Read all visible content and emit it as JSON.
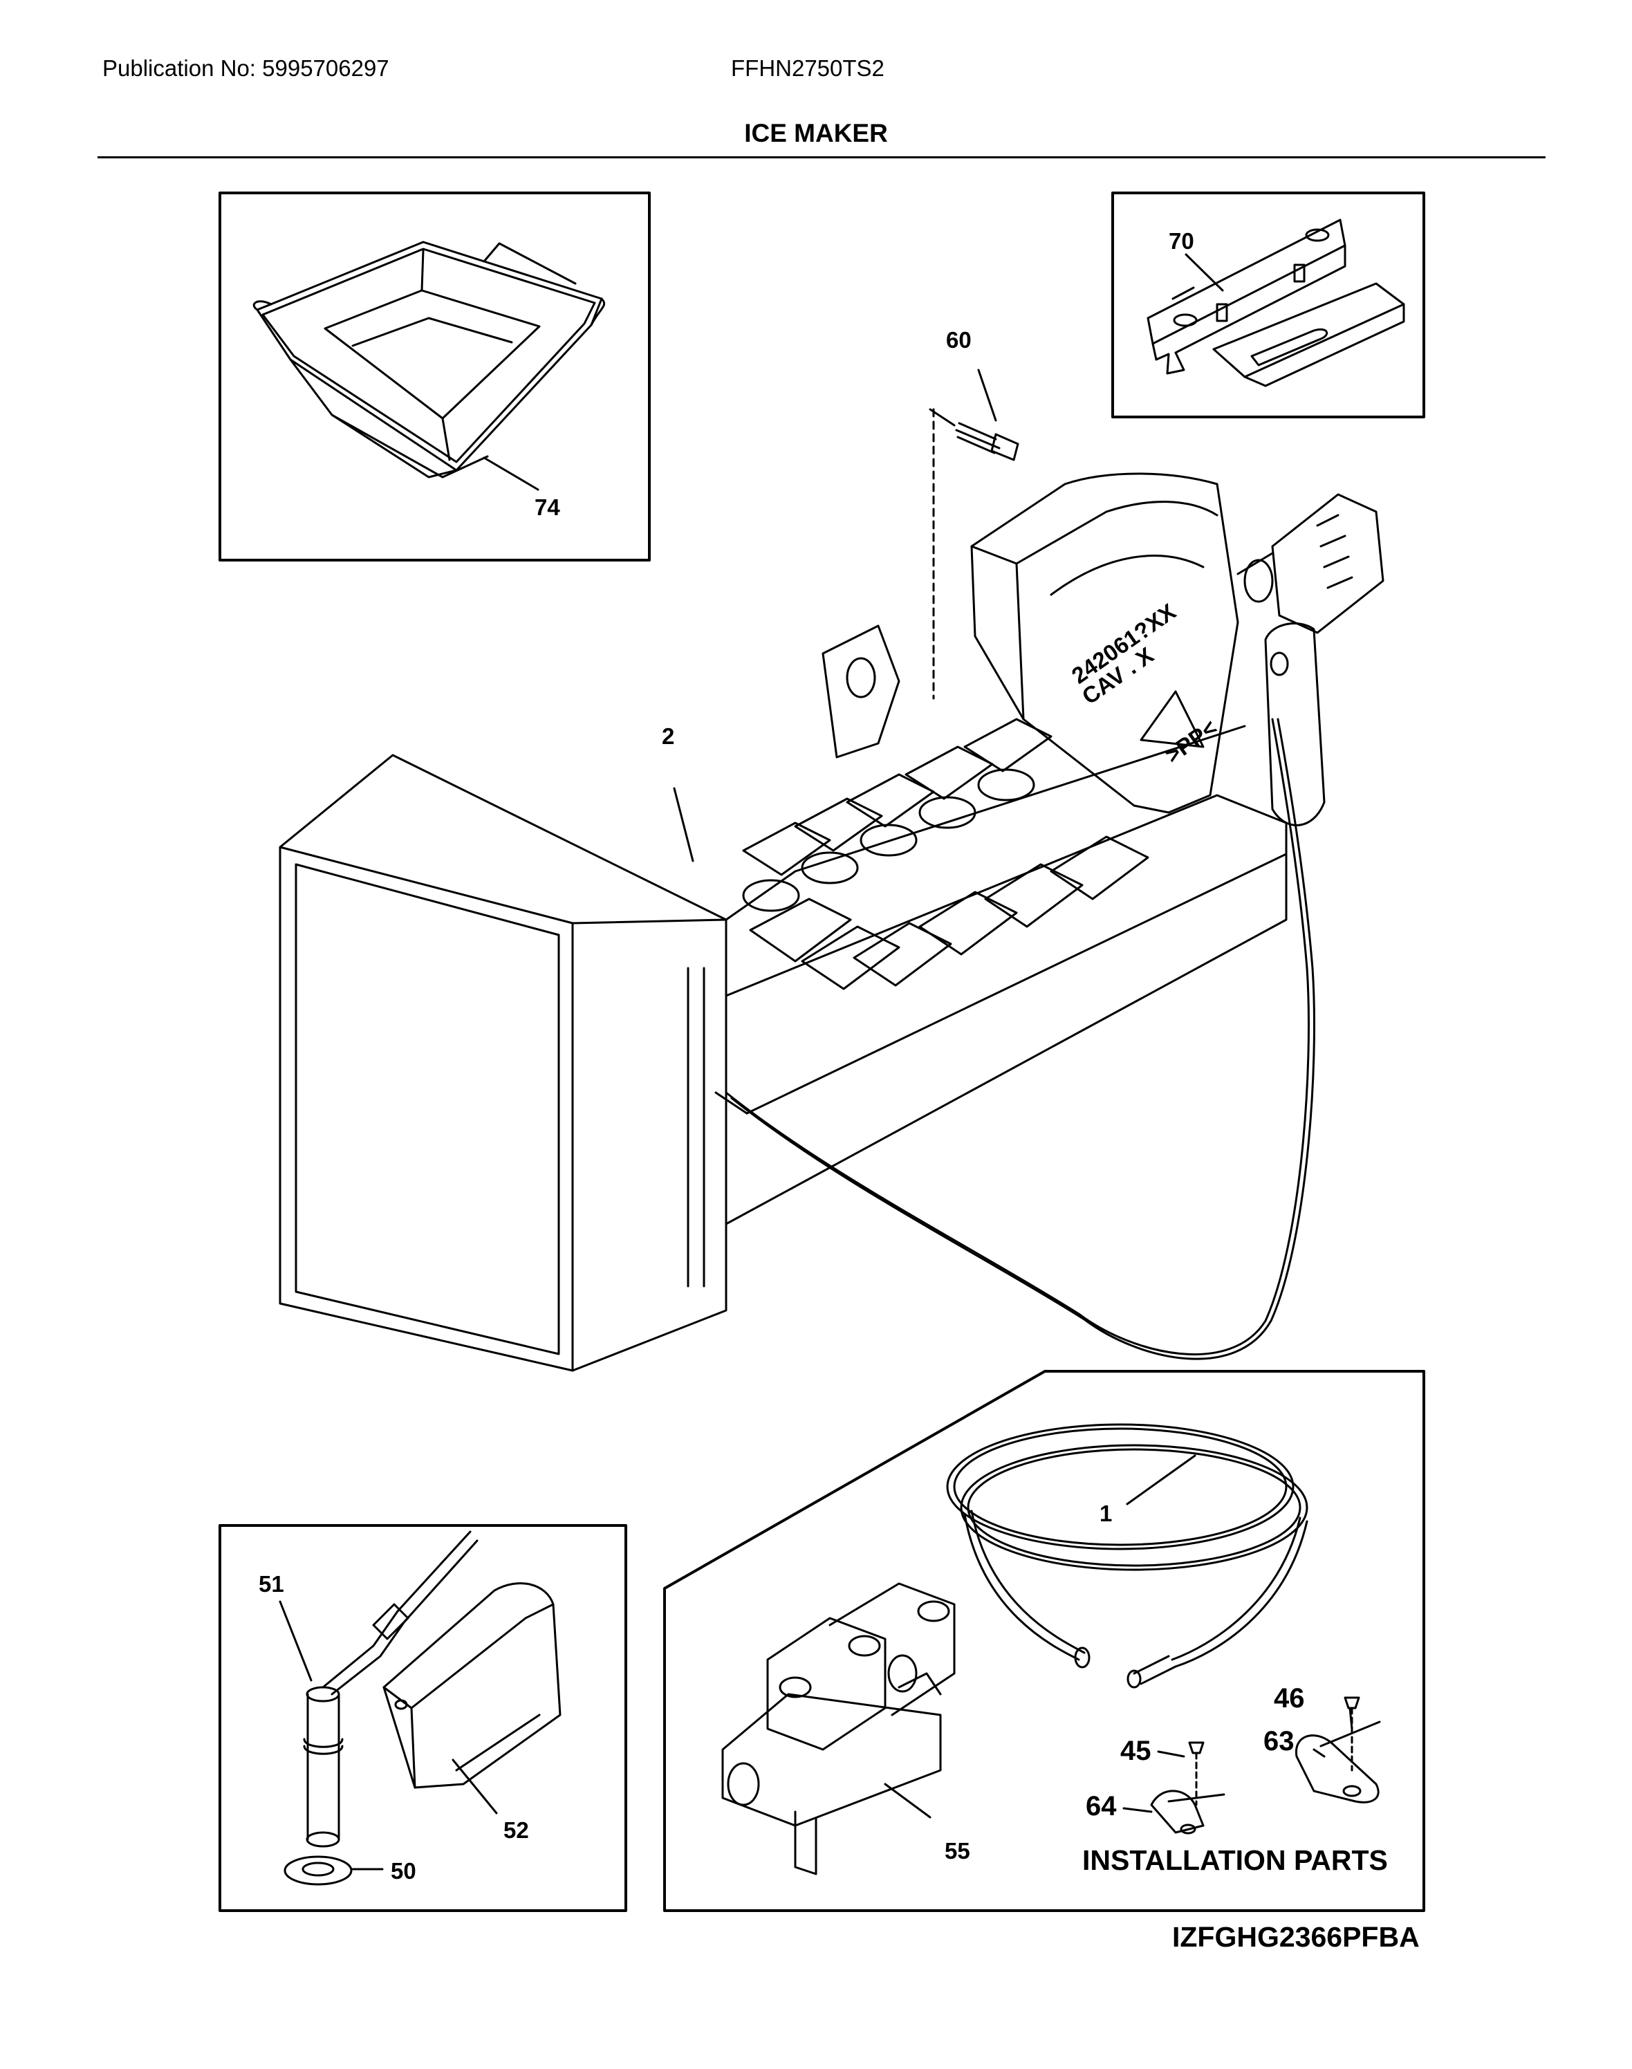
{
  "header": {
    "publication": "Publication No: 5995706297",
    "model": "FFHN2750TS2",
    "title": "ICE MAKER"
  },
  "callouts": {
    "c74": "74",
    "c70": "70",
    "c60": "60",
    "c2": "2",
    "c1": "1",
    "c51": "51",
    "c52": "52",
    "c50": "50",
    "c55": "55",
    "c46": "46",
    "c45": "45",
    "c63": "63",
    "c64": "64"
  },
  "part_marking": {
    "line1": "242061?XX",
    "line2": "CAV . X",
    "line3": ">PP<"
  },
  "installation_label": "INSTALLATION PARTS",
  "diagram_code": "IZFGHG2366PFBA"
}
